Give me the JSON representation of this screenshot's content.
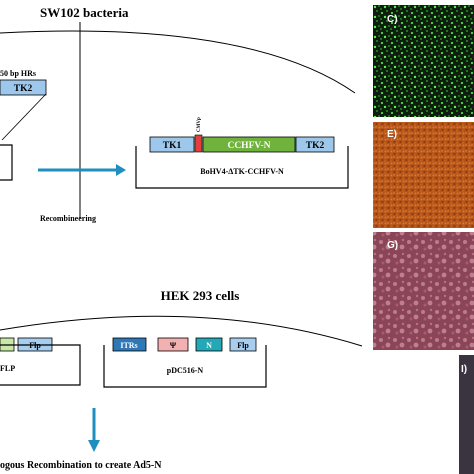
{
  "top": {
    "title": "SW102 bacteria",
    "hr_label": "50 bp HRs",
    "tk2_left": "TK2",
    "construct": {
      "tk1": "TK1",
      "promoter": "CMVp",
      "gene": "CCHFV-N",
      "tk2": "TK2",
      "name": "BoHV4-ΔTK-CCHFV-N"
    },
    "step_label": "Recombineering"
  },
  "bottom": {
    "title": "HEK 293 cells",
    "left_plasmid": {
      "flp": "Flp",
      "name": "FLP"
    },
    "right_plasmid": {
      "itrs": "ITRs",
      "psi": "Ψ",
      "n": "N",
      "flp": "Flp",
      "name": "pDC516-N"
    },
    "step_label": "ogous Recombination to create Ad5-N"
  },
  "panels": [
    {
      "label": "C)",
      "kind": "green-fluorescence"
    },
    {
      "label": "E)",
      "kind": "orange-fluorescence"
    },
    {
      "label": "G)",
      "kind": "brightfield"
    },
    {
      "label": "I)",
      "kind": "partial"
    }
  ],
  "colors": {
    "tk_box": "#9dc8ec",
    "promoter": "#e2403a",
    "gene": "#6fb23c",
    "itrs": "#2e78b8",
    "psi": "#f2b0b0",
    "n": "#23a8b8",
    "flp": "#a7cdef",
    "light_green": "#c9e8a8",
    "arrow": "#1f8fc0"
  }
}
